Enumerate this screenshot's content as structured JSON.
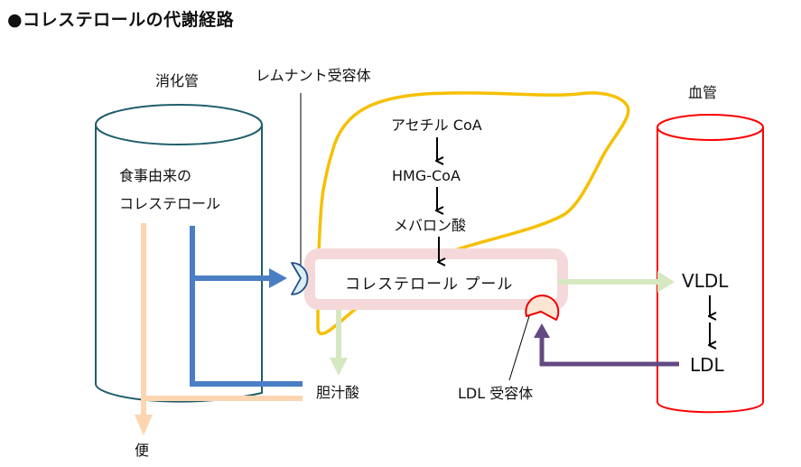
{
  "title": "●コレステロールの代謝経路",
  "compartments": {
    "digestive_tract": {
      "label": "消化管",
      "color": "#1f5f6b"
    },
    "blood_vessel": {
      "label": "血管",
      "color": "#ff0000"
    },
    "liver": {
      "color": "#f5c000"
    }
  },
  "labels": {
    "dietary_cholesterol_line1": "食事由来の",
    "dietary_cholesterol_line2": "コレステロール",
    "remnant_receptor": "レムナント受容体",
    "acetyl_coa": "アセチル CoA",
    "hmg_coa": "HMG-CoA",
    "mevalonic_acid": "メバロン酸",
    "cholesterol_pool": "コレステロール  プール",
    "bile_acid": "胆汁酸",
    "feces": "便",
    "ldl_receptor": "LDL 受容体",
    "vldl": "VLDL",
    "ldl": "LDL"
  },
  "colors": {
    "absorption_arrow": "#4a7ec4",
    "excretion_arrow": "#fdd5b1",
    "bile_acid_arrow": "#d6e8c1",
    "ldl_return_arrow": "#634a83",
    "pool_border": "#f5d9da",
    "remnant_receptor_fill": "#daeef3",
    "remnant_receptor_stroke": "#1f4f8a",
    "ldl_receptor_fill": "#fde5d4",
    "ldl_receptor_stroke": "#ee0000"
  }
}
